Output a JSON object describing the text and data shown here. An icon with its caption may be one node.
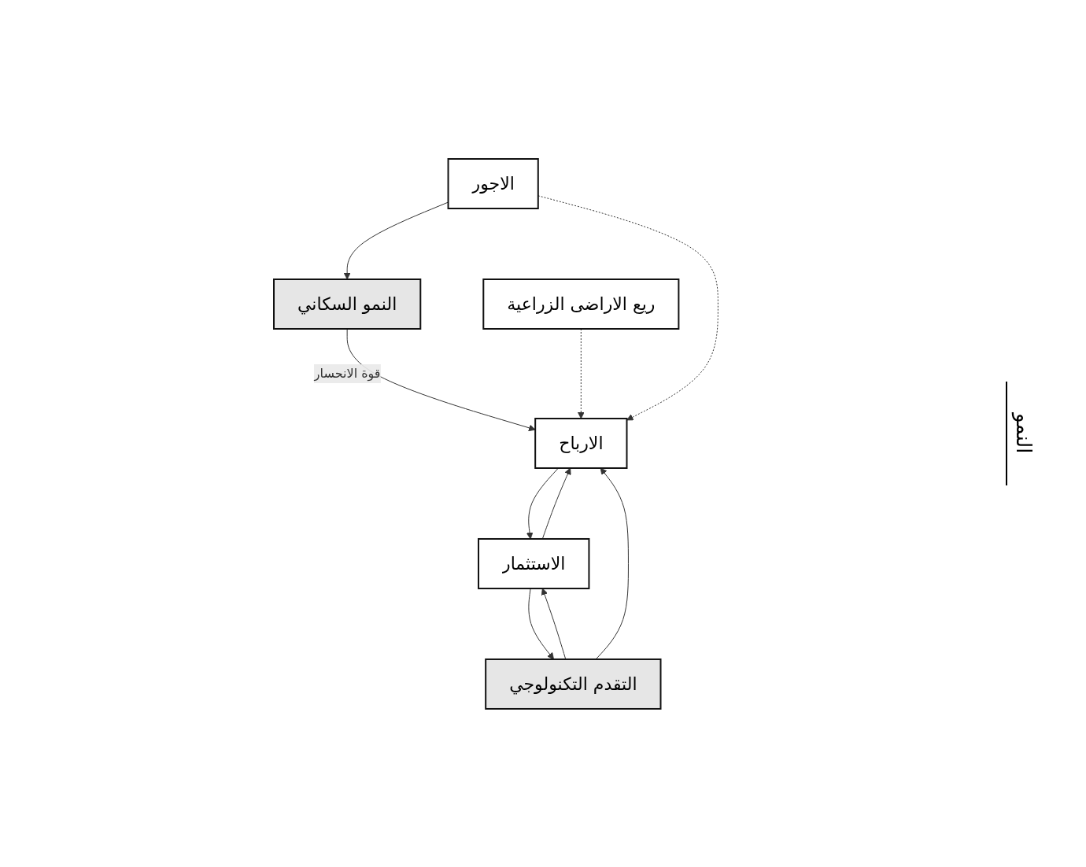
{
  "diagram": {
    "nodes": [
      {
        "text": [
          "النمو السكاني"
        ]
      },
      {
        "text": [
          "الارباح"
        ]
      },
      {
        "text": [
          "ريع الاراضى الزراعية"
        ]
      },
      {
        "text": [
          "الاجور"
        ]
      },
      {
        "text": [
          "الاستثمار"
        ]
      },
      {
        "text": [
          "التقدم التكنولوجي"
        ]
      }
    ],
    "edges": [
      {
        "from": 0,
        "to": 1,
        "arrow": "to",
        "label": "قوة الانحسار"
      },
      {
        "from": 3,
        "to": 0,
        "arrow": "to"
      },
      {
        "from": 2,
        "to": 1,
        "arrow": "to",
        "style": "dashed"
      },
      {
        "from": 3,
        "to": 1,
        "arrow": "to",
        "style": "dashed"
      },
      {
        "from": 1,
        "to": 4,
        "arrow": "to"
      },
      {
        "from": 4,
        "to": 1,
        "arrow": "to"
      },
      {
        "from": 4,
        "to": 5,
        "arrow": "to"
      },
      {
        "from": 5,
        "to": 4,
        "arrow": "to"
      },
      {
        "from": 5,
        "to": 1,
        "arrow": "to"
      }
    ],
    "labels": [
      "النمو"
    ]
  }
}
